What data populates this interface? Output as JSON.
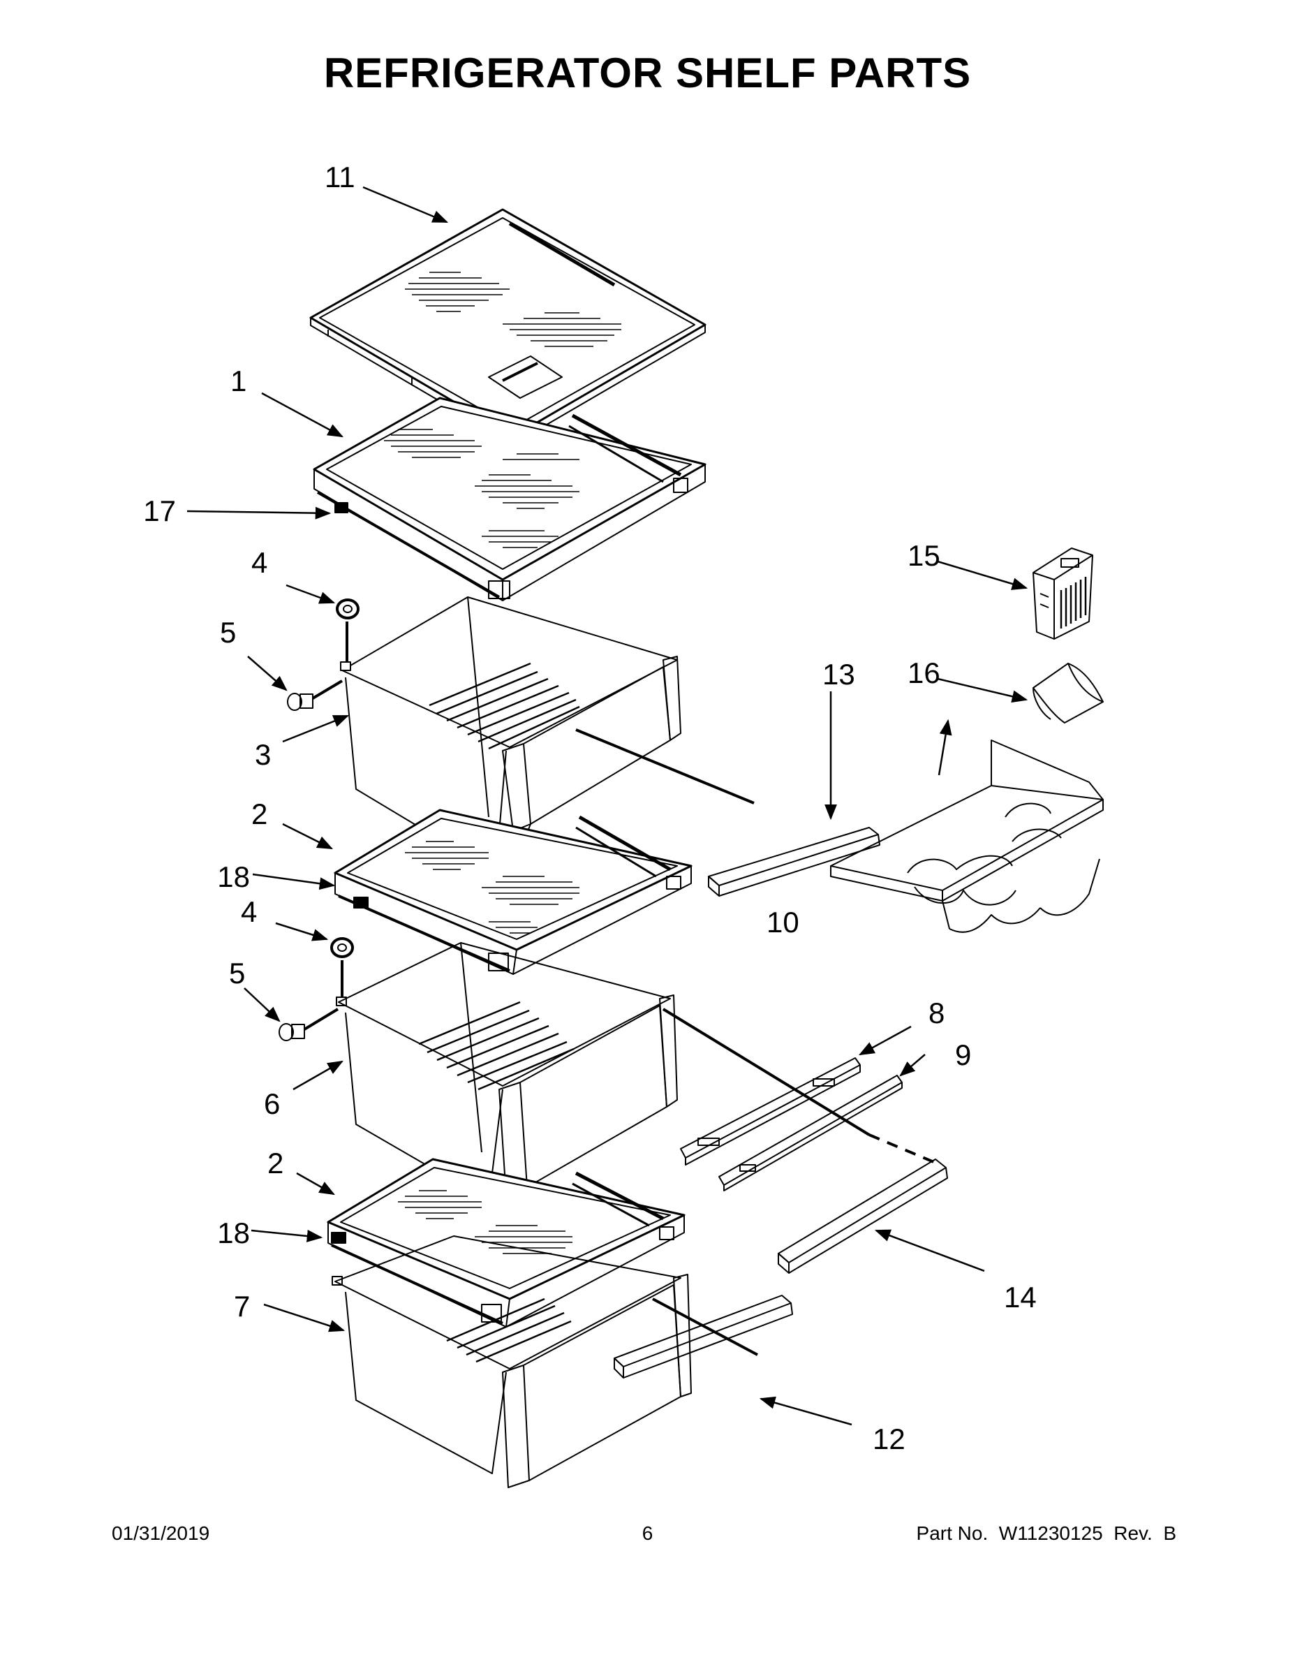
{
  "title": "REFRIGERATOR SHELF PARTS",
  "callouts": {
    "c1": "1",
    "c2a": "2",
    "c2b": "2",
    "c3": "3",
    "c4a": "4",
    "c4b": "4",
    "c5a": "5",
    "c5b": "5",
    "c6": "6",
    "c7": "7",
    "c8": "8",
    "c9": "9",
    "c10": "10",
    "c11": "11",
    "c12": "12",
    "c13": "13",
    "c14": "14",
    "c15": "15",
    "c16": "16",
    "c17": "17",
    "c18a": "18",
    "c18b": "18"
  },
  "footer": {
    "date": "01/31/2019",
    "page": "6",
    "part_no": "Part No.  W11230125  Rev.  B"
  }
}
